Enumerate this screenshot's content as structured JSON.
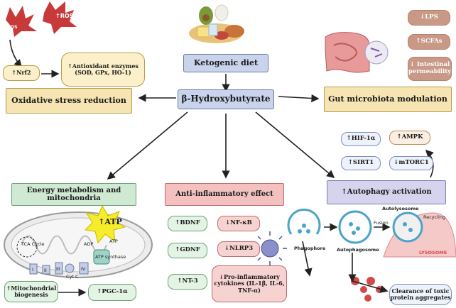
{
  "center": {
    "ketogenic": "Ketogenic diet",
    "bhb": "β-Hydroxybutyrate"
  },
  "oxidative": {
    "ros_left": "↓ROS",
    "ros_right": "↑ROS",
    "nrf2": "↑Nrf2",
    "enzymes": "↑Antioxidant enzymes (SOD, GPx, HO-1)",
    "title": "Oxidative stress reduction"
  },
  "gut": {
    "lps": "↓LPS",
    "scfa": "↑SCFAs",
    "perm": "↓ Intestinal permeability",
    "title": "Gut microbiota modulation"
  },
  "energy": {
    "title": "Energy metabolism and mitochondria",
    "atp": "↑ATP",
    "labels": {
      "tca": "TCA Cycle",
      "adp": "ADP",
      "atp_small": "ATP",
      "atp_synthase": "ATP synthase",
      "c1": "I",
      "c2": "II",
      "c3": "III",
      "cytc": "Cyt C",
      "c4": "IV"
    },
    "biogenesis": "↑Mitochondrial biogenesis",
    "pgc": "↑PGC-1α"
  },
  "inflammation": {
    "title": "Anti-inflammatory effect",
    "bdnf": "↑BDNF",
    "gdnf": "↑GDNF",
    "nt3": "↑NT-3",
    "nfkb": "↓NF-κB",
    "nlrp3": "↓NLRP3",
    "cytokines": "↓Pro-inflammatory cytokines (IL-1β, IL-6, TNF-α)"
  },
  "autophagy": {
    "hif": "↑HIF-1α",
    "ampk": "↑AMPK",
    "sirt": "↑SIRT1",
    "mtor": "↓mTORC1",
    "title": "↑Autophagy activation",
    "labels": {
      "phagophore": "Phagophore",
      "autophagosome": "Autophagosome",
      "fusion": "Fusion",
      "autolysosome": "Autolysosome",
      "recycling": "Recycling",
      "lysosome": "LYSOSOME"
    },
    "clearance": "Clearance of toxic protein aggregates"
  },
  "colors": {
    "main": "#c9d3ec",
    "yellow": "#f6e5b3",
    "green": "#cfe9d3",
    "red": "#f3c2c0",
    "lavender": "#d6d3ee"
  }
}
